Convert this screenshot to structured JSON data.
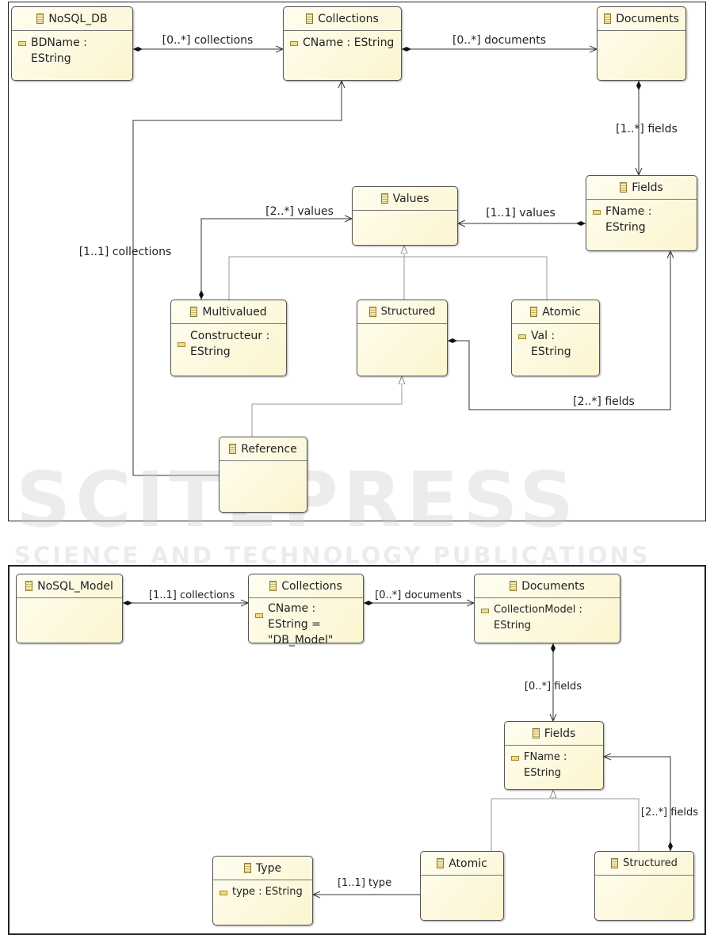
{
  "top_diagram": {
    "classes": {
      "nosql_db": {
        "name": "NoSQL_DB",
        "attr": "BDName : EString"
      },
      "collections": {
        "name": "Collections",
        "attr": "CName : EString"
      },
      "documents": {
        "name": "Documents"
      },
      "fields": {
        "name": "Fields",
        "attr": "FName : EString"
      },
      "values": {
        "name": "Values"
      },
      "multivalued": {
        "name": "Multivalued",
        "attr": "Constructeur : EString"
      },
      "structured": {
        "name": "Structured"
      },
      "atomic": {
        "name": "Atomic",
        "attr": "Val : EString"
      },
      "reference": {
        "name": "Reference"
      }
    },
    "labels": {
      "db_collections": "[0..*] collections",
      "coll_documents": "[0..*] documents",
      "doc_fields": "[1..*] fields",
      "fields_values": "[1..1] values",
      "multi_values": "[2..*] values",
      "struct_fields": "[2..*] fields",
      "ref_collections": "[1..1] collections"
    }
  },
  "bottom_diagram": {
    "classes": {
      "nosql_model": {
        "name": "NoSQL_Model"
      },
      "collections": {
        "name": "Collections",
        "attr": "CName : EString = \"DB_Model\""
      },
      "documents": {
        "name": "Documents",
        "attr": "CollectionModel : EString"
      },
      "fields": {
        "name": "Fields",
        "attr": "FName : EString"
      },
      "atomic": {
        "name": "Atomic"
      },
      "structured": {
        "name": "Structured"
      },
      "type": {
        "name": "Type",
        "attr": "type : EString"
      }
    },
    "labels": {
      "model_collections": "[1..1] collections",
      "coll_documents": "[0..*] documents",
      "doc_fields": "[0..*] fields",
      "struct_fields": "[2..*] fields",
      "atomic_type": "[1..1] type"
    }
  },
  "watermark": {
    "line1": "SCITEPRESS",
    "line2": "SCIENCE AND TECHNOLOGY PUBLICATIONS"
  }
}
